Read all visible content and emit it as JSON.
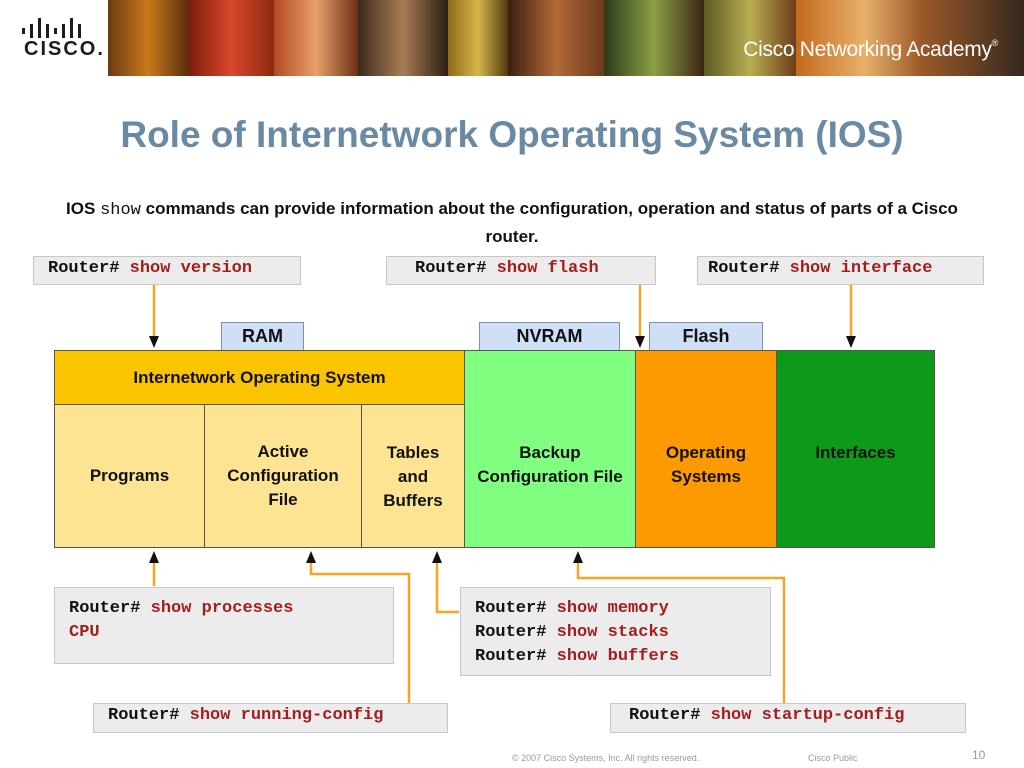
{
  "banner": {
    "logo_text": "CISCO.",
    "academy": "Cisco Networking Academy",
    "registered": "®"
  },
  "title": "Role of Internetwork Operating System (IOS)",
  "intro": {
    "part1": "IOS",
    "mono": "show",
    "part2": "commands can provide information about the configuration, operation and status of parts of a Cisco router."
  },
  "commands": {
    "prompt": "Router#",
    "top_left": "show version",
    "top_middle": "show flash",
    "top_right": "show interface",
    "processes": "show processes",
    "processes_arg": "CPU",
    "memory": "show memory",
    "stacks": "show stacks",
    "buffers": "show buffers",
    "running": "show running-config",
    "startup": "show startup-config"
  },
  "memory_labels": {
    "ram": "RAM",
    "nvram": "NVRAM",
    "flash": "Flash"
  },
  "blocks": {
    "ios": "Internetwork Operating System",
    "programs": "Programs",
    "active_config": "Active Configuration File",
    "tables": "Tables and Buffers",
    "backup": "Backup Configuration File",
    "os": "Operating Systems",
    "interfaces": "Interfaces"
  },
  "colors": {
    "ios_header": "#fbc400",
    "ram_cells": "#fde492",
    "nvram": "#80ff80",
    "flash": "#fd9a02",
    "interfaces": "#0c9a18",
    "arrow": "#f5a623",
    "command_red": "#a41e1e",
    "title": "#6a8aa3"
  },
  "footer": {
    "copyright": "© 2007 Cisco Systems, Inc. All rights reserved.",
    "classification": "Cisco Public",
    "page": "10"
  }
}
